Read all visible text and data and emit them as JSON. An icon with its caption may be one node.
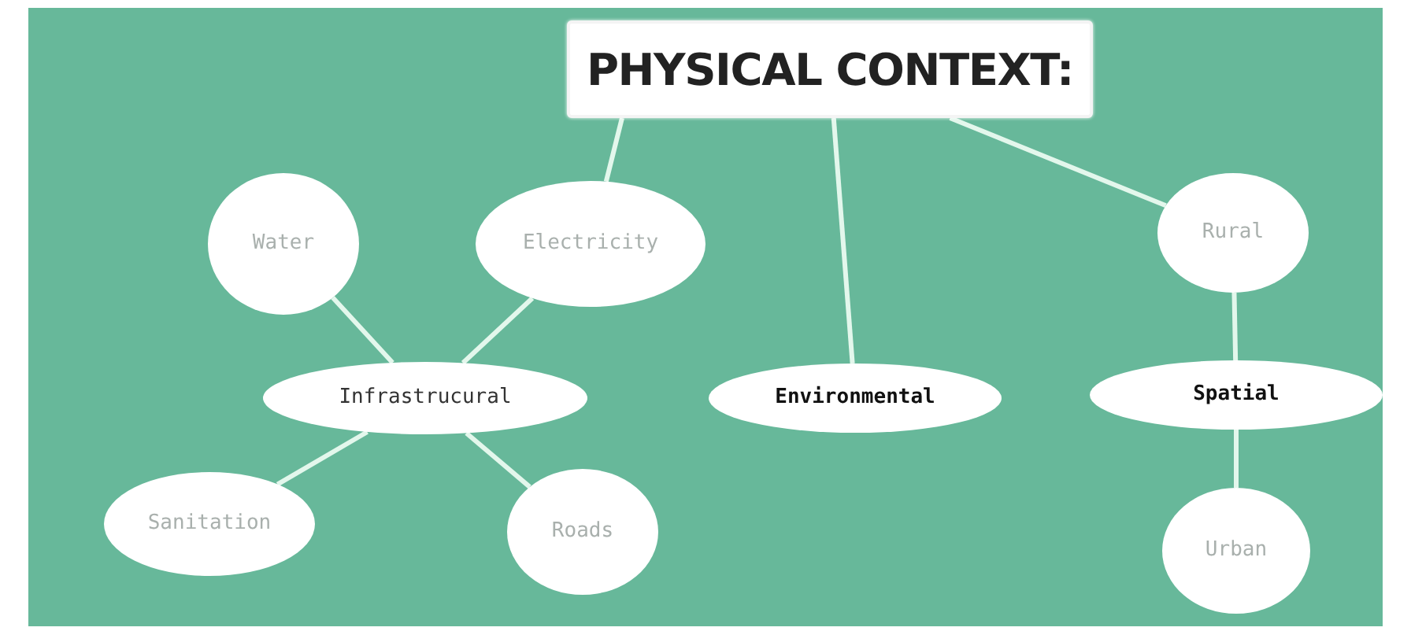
{
  "diagram": {
    "nodes": [
      {
        "text": [
          "PHYSICAL CONTEXT:"
        ]
      },
      {
        "text": [
          "Water"
        ]
      },
      {
        "text": [
          "Electricity"
        ]
      },
      {
        "text": [
          "Rural"
        ]
      },
      {
        "text": [
          "Infrastrucural"
        ]
      },
      {
        "text": [
          "Environmental"
        ]
      },
      {
        "text": [
          "Spatial"
        ]
      },
      {
        "text": [
          "Sanitation"
        ]
      },
      {
        "text": [
          "Roads"
        ]
      },
      {
        "text": [
          "Urban"
        ]
      }
    ],
    "edges": [
      {
        "from": 0,
        "to": 2,
        "arrow": "none"
      },
      {
        "from": 0,
        "to": 5,
        "arrow": "none"
      },
      {
        "from": 0,
        "to": 3,
        "arrow": "none"
      },
      {
        "from": 1,
        "to": 4,
        "arrow": "none"
      },
      {
        "from": 2,
        "to": 4,
        "arrow": "none"
      },
      {
        "from": 4,
        "to": 7,
        "arrow": "none"
      },
      {
        "from": 4,
        "to": 8,
        "arrow": "none"
      },
      {
        "from": 3,
        "to": 6,
        "arrow": "none"
      },
      {
        "from": 6,
        "to": 9,
        "arrow": "none"
      }
    ]
  }
}
